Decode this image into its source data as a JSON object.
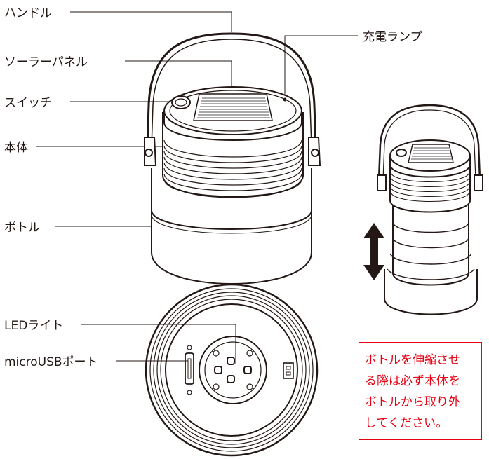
{
  "labels": {
    "handle": "ハンドル",
    "solar_panel": "ソーラーパネル",
    "switch": "スイッチ",
    "body": "本体",
    "bottle": "ボトル",
    "charge_lamp": "充電ランプ",
    "led_light": "LEDライト",
    "usb_port": "microUSBポート"
  },
  "note": {
    "lines": [
      "ボトルを伸縮させ",
      "る際は必ず本体を",
      "ボトルから取り外",
      "してください。"
    ]
  },
  "colors": {
    "line": "#231815",
    "note": "#e60012",
    "panel_fill": "#9a9a9a",
    "arrow": "#231815"
  }
}
